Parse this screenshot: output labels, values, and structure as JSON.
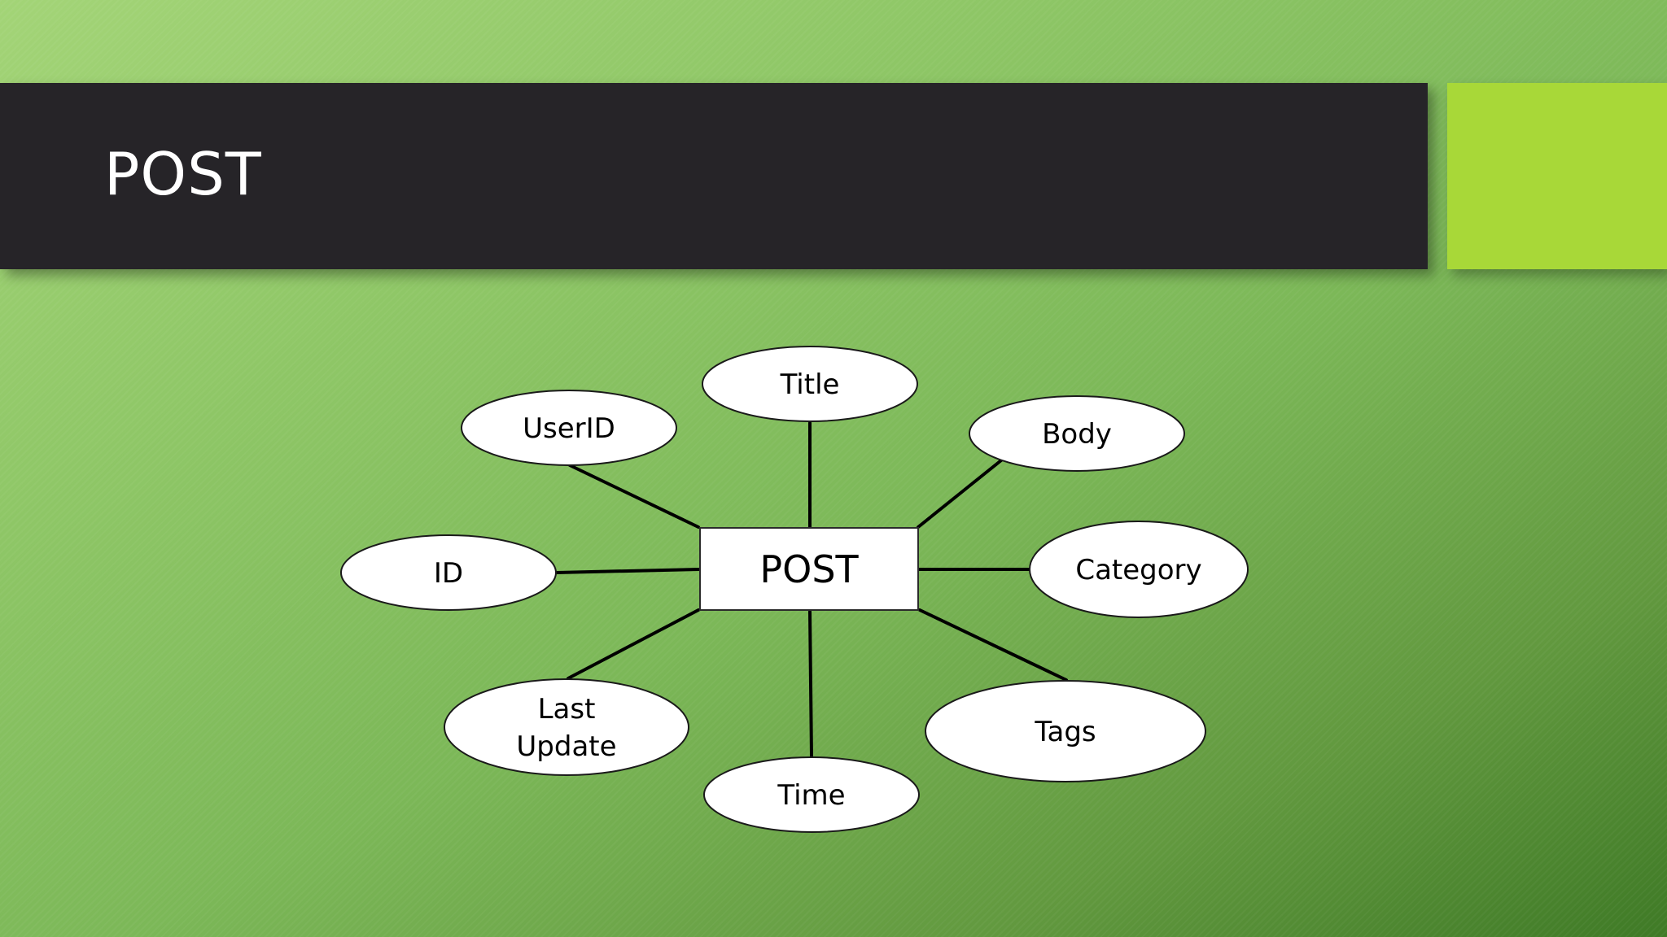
{
  "slide": {
    "title": "POST"
  },
  "diagram": {
    "entity": "POST",
    "attributes": [
      "Title",
      "UserID",
      "Body",
      "ID",
      "Category",
      "Last\nUpdate",
      "Tags",
      "Time"
    ]
  },
  "colors": {
    "title_bar": "#262428",
    "accent": "#a8d838",
    "background": "#7cb858"
  }
}
